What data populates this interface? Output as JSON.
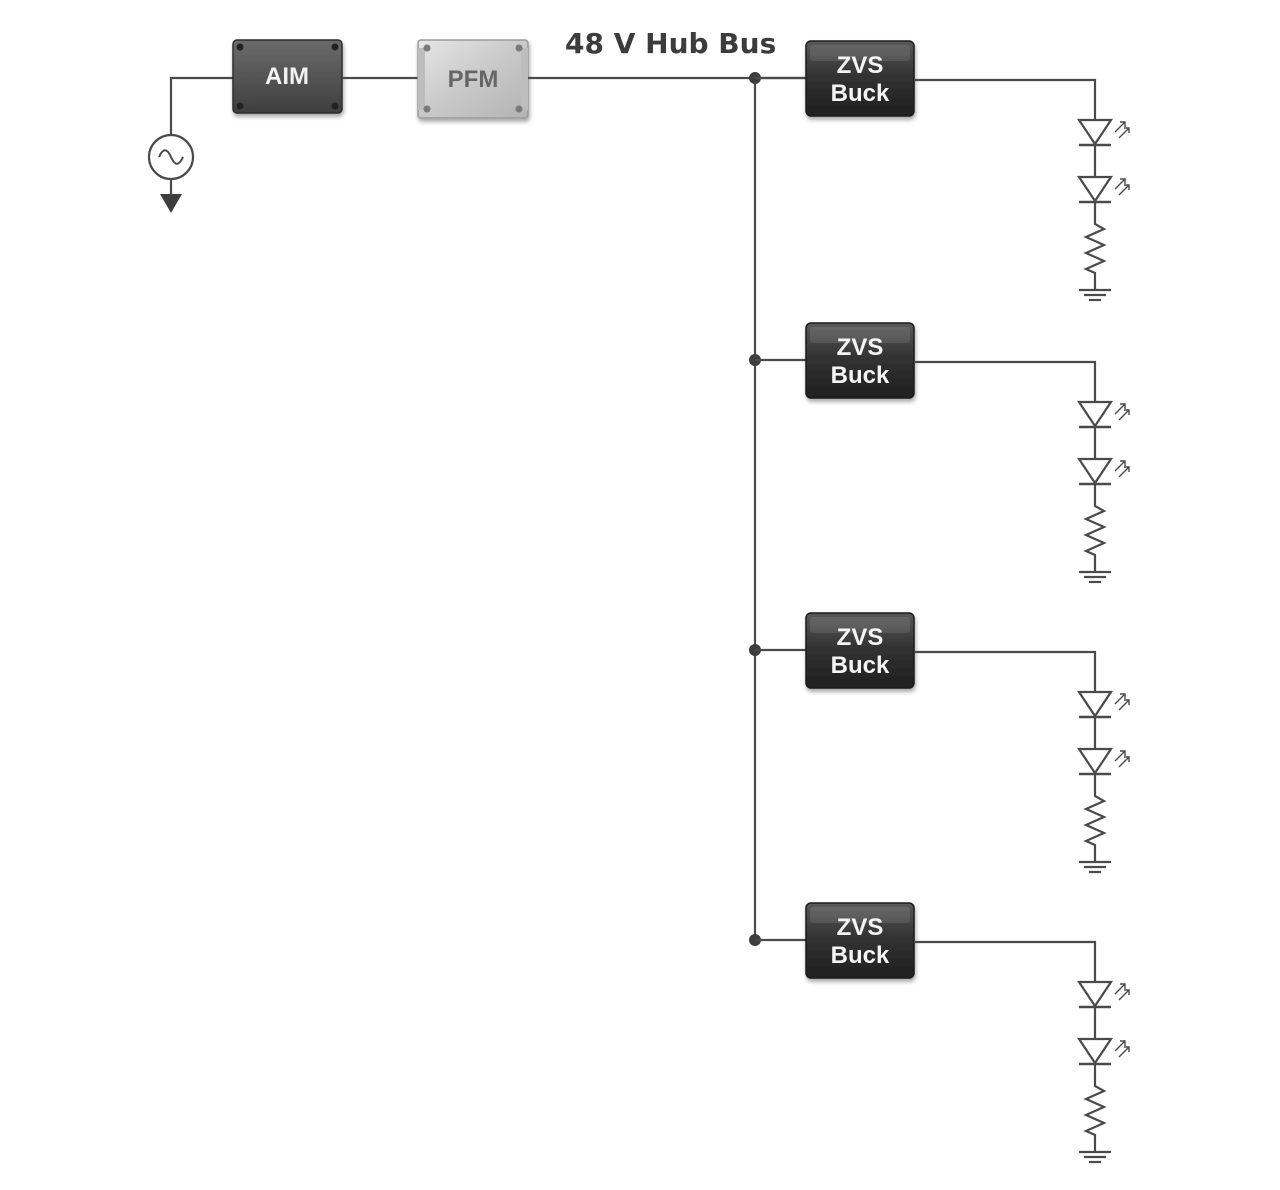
{
  "bus_label": "48 V Hub Bus",
  "source": {
    "icon": "ac-source-icon"
  },
  "modules": {
    "aim": {
      "label": "AIM"
    },
    "pfm": {
      "label": "PFM"
    }
  },
  "channels": [
    {
      "buck_line1": "ZVS",
      "buck_line2": "Buck"
    },
    {
      "buck_line1": "ZVS",
      "buck_line2": "Buck"
    },
    {
      "buck_line1": "ZVS",
      "buck_line2": "Buck"
    },
    {
      "buck_line1": "ZVS",
      "buck_line2": "Buck"
    }
  ],
  "colors": {
    "wire": "#4a4a4a",
    "aim_body": "#5a5a5a",
    "pfm_body": "#cfcfcf",
    "buck_body": "#3a3a3a"
  }
}
